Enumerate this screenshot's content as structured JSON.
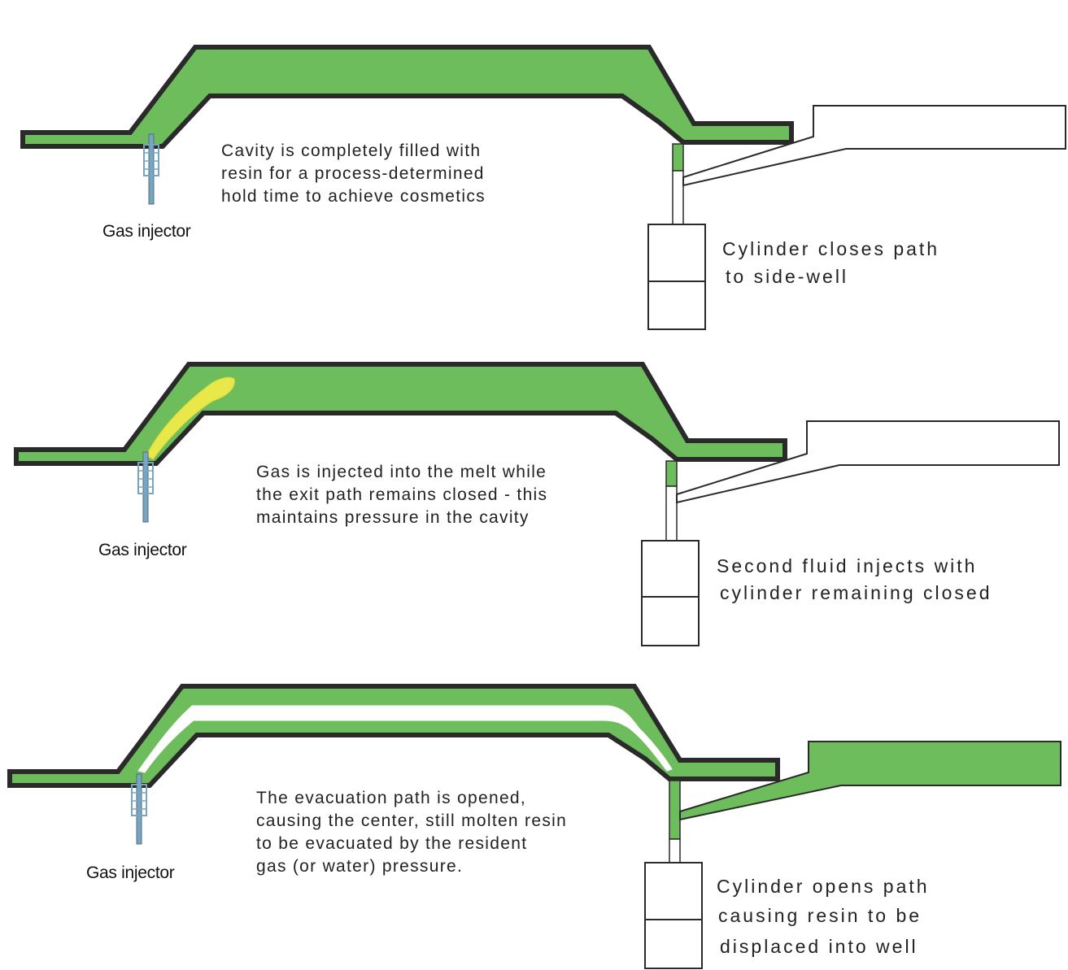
{
  "colors": {
    "resin_fill": "#6dbd5c",
    "mold_outline": "#2a2a2a",
    "gas_bubble_panel2": "#e8e84a",
    "gas_channel_panel3": "#ffffff",
    "injector_blue": "#7aa5bf"
  },
  "panels": [
    {
      "injector_label": "Gas injector",
      "caption": [
        "Cavity is completely filled with",
        "resin for a process-determined",
        "hold time to achieve cosmetics"
      ],
      "side_note": [
        "Cylinder closes path",
        "to side-well"
      ],
      "well_state": "empty",
      "gas_state": "none"
    },
    {
      "injector_label": "Gas injector",
      "caption": [
        "Gas is injected into the melt while",
        "the exit path remains closed - this",
        "maintains pressure in the cavity"
      ],
      "side_note": [
        "Second fluid injects with",
        "cylinder remaining closed"
      ],
      "well_state": "empty",
      "gas_state": "partial"
    },
    {
      "injector_label": "Gas injector",
      "caption": [
        "The evacuation path is opened,",
        "causing the center, still molten resin",
        "to be evacuated by the resident",
        "gas (or water) pressure."
      ],
      "side_note": [
        "Cylinder opens path",
        "causing resin to be",
        "displaced into well"
      ],
      "well_state": "filled",
      "gas_state": "full"
    }
  ]
}
